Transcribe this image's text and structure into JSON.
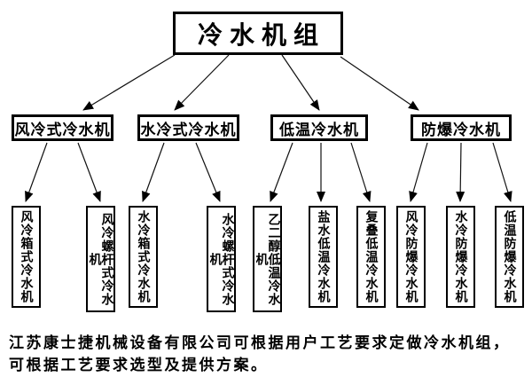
{
  "colors": {
    "ink": "#000000",
    "background": "#ffffff"
  },
  "diagram": {
    "root": {
      "label": "冷水机组"
    },
    "categories": [
      {
        "label": "风冷式冷水机"
      },
      {
        "label": "水冷式冷水机"
      },
      {
        "label": "低温冷水机"
      },
      {
        "label": "防爆冷水机"
      }
    ],
    "types": [
      {
        "label": "风冷箱式冷水机",
        "parent": "风冷式冷水机"
      },
      {
        "label": "风冷螺杆式冷水机",
        "parent": "风冷式冷水机"
      },
      {
        "label": "水冷箱式冷水机",
        "parent": "水冷式冷水机"
      },
      {
        "label": "水冷螺杆式冷水机",
        "parent": "水冷式冷水机"
      },
      {
        "label": "乙二醇低温冷水机",
        "parent": "低温冷水机"
      },
      {
        "label": "盐水低温冷水机",
        "parent": "低温冷水机"
      },
      {
        "label": "复叠低温冷水机",
        "parent": "低温冷水机"
      },
      {
        "label": "风冷防爆冷水机",
        "parent": "防爆冷水机"
      },
      {
        "label": "水冷防爆冷水机",
        "parent": "防爆冷水机"
      },
      {
        "label": "低温防爆冷水机",
        "parent": "防爆冷水机"
      }
    ]
  },
  "footer": {
    "line1": "江苏康士捷机械设备有限公司可根据用户工艺要求定做冷水机组，",
    "line2": "可根据工艺要求选型及提供方案。"
  }
}
